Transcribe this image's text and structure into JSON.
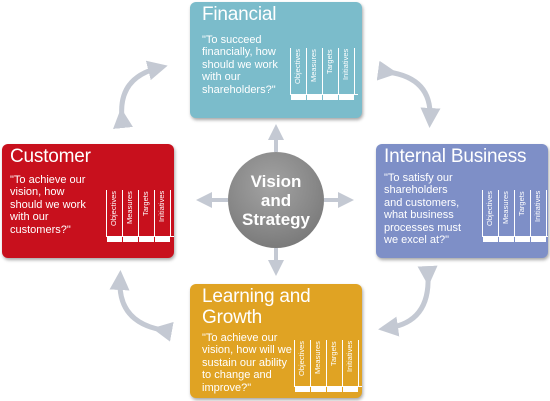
{
  "center": {
    "lines": [
      "Vision",
      "and",
      "Strategy"
    ],
    "color": "#888888"
  },
  "boxes": {
    "financial": {
      "title": "Financial",
      "question": [
        "\"To succeed",
        "financially, how",
        "should we work",
        "with our",
        "shareholders?\""
      ],
      "color": "#7bbccb"
    },
    "customer": {
      "title": "Customer",
      "question": [
        "\"To achieve our",
        "vision, how",
        "should we work",
        "with our",
        "customers?\""
      ],
      "color": "#c8101d"
    },
    "internal": {
      "title": "Internal Business",
      "question": [
        "\"To satisfy our",
        "shareholders",
        "and customers,",
        "what business",
        "processes must",
        "we excel at?\""
      ],
      "color": "#7e8fc7"
    },
    "learning": {
      "title": "Learning and Growth",
      "title_lines": [
        "Learning and",
        "Growth"
      ],
      "question": [
        "\"To achieve our",
        "vision, how will we",
        "sustain our ability",
        "to change and",
        "improve?\""
      ],
      "color": "#e0a323"
    }
  },
  "grid_columns": [
    "Objectives",
    "Measures",
    "Targets",
    "Initiatives"
  ],
  "arrow_color": "#c4c9d3"
}
